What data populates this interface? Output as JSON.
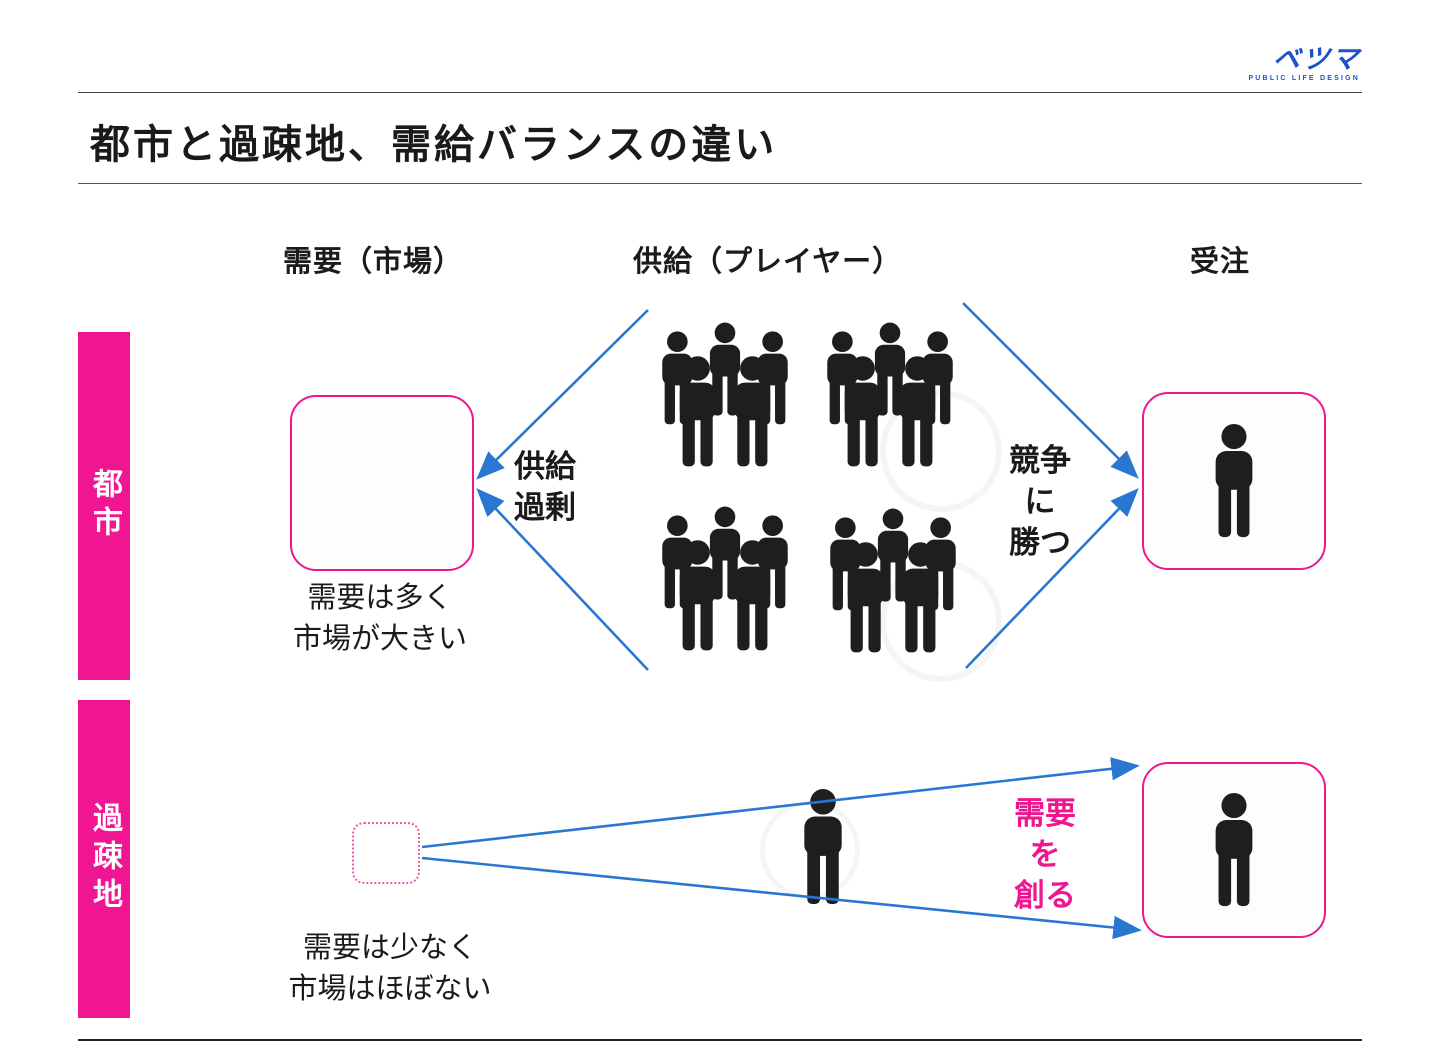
{
  "colors": {
    "pink": "#f01590",
    "blue": "#2a77d2",
    "ink": "#1b1b1b",
    "icon": "#1e1e1e"
  },
  "logo": {
    "mark": "ベツマ",
    "subtitle": "PUBLIC LIFE DESIGN"
  },
  "title": "都市と過疎地、需給バランスの違い",
  "columns": {
    "demand": "需要（市場）",
    "supply": "供給（プレイヤー）",
    "order": "受注"
  },
  "city": {
    "band": "都市",
    "caption": [
      "需要は多く",
      "市場が大きい"
    ],
    "oversupply": [
      "供給",
      "過剰"
    ],
    "win": [
      "競争",
      "に",
      "勝つ"
    ]
  },
  "rural": {
    "band": "過疎地",
    "caption": [
      "需要は少なく",
      "市場はほぼない"
    ],
    "create": [
      "需要",
      "を",
      "創る"
    ]
  }
}
